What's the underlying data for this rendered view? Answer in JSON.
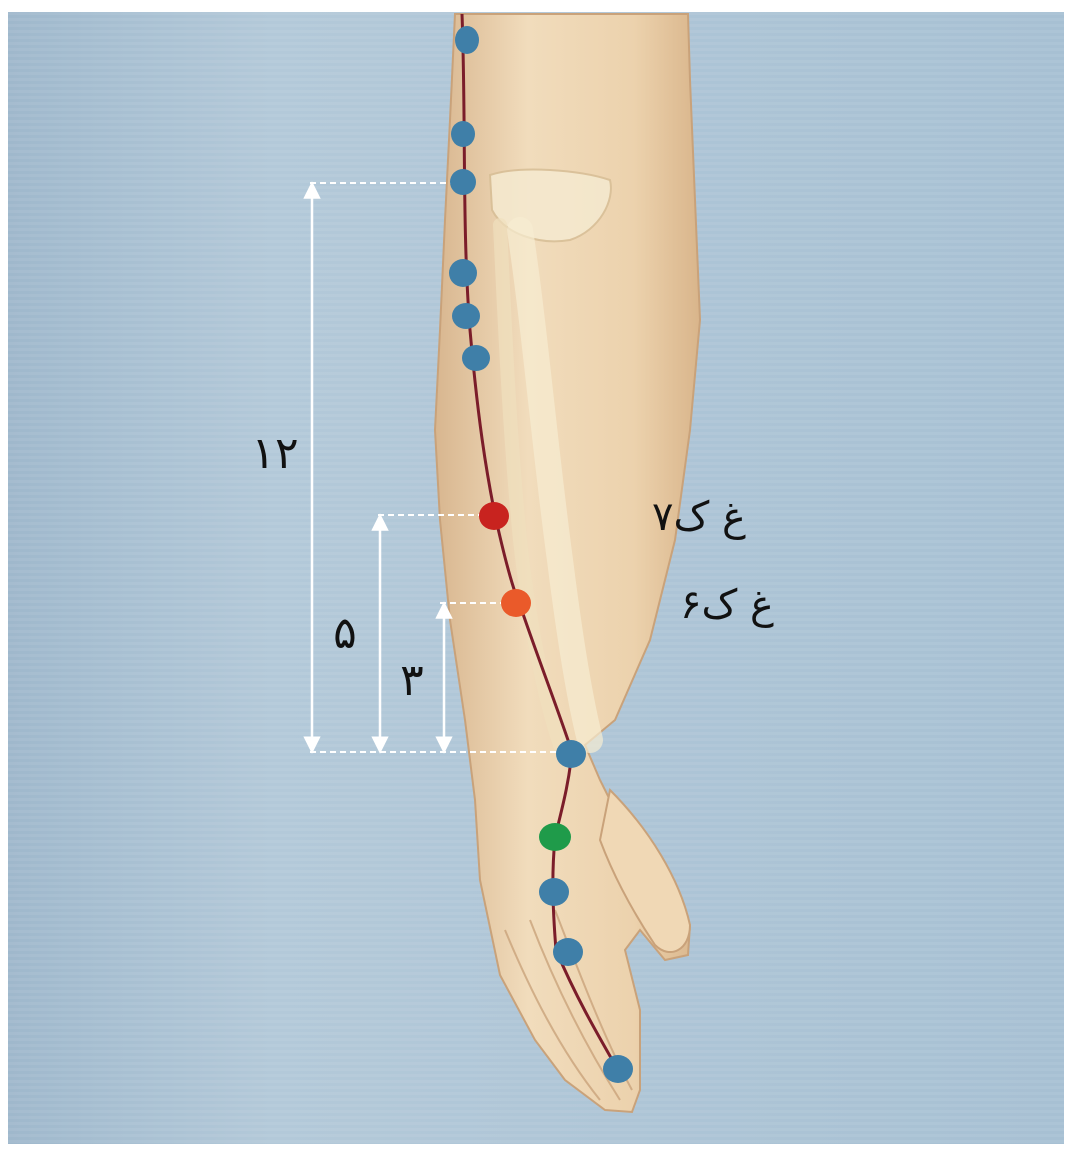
{
  "measurements": {
    "total": "۱۲",
    "mid": "۵",
    "short": "۳"
  },
  "points": {
    "upper": {
      "label": "غ ک۷",
      "color": "#c8231f"
    },
    "lower": {
      "label": "غ ک۶",
      "color": "#ea5a2a"
    },
    "special": {
      "color": "#1f9b4a"
    },
    "regular": {
      "color": "#3f7fa8"
    }
  },
  "colors": {
    "background": "#a9c3d6",
    "meridian": "#7b1d2a",
    "guide": "#ffffff",
    "skin": "#ecd3b0",
    "bone": "#f3e8c6"
  }
}
